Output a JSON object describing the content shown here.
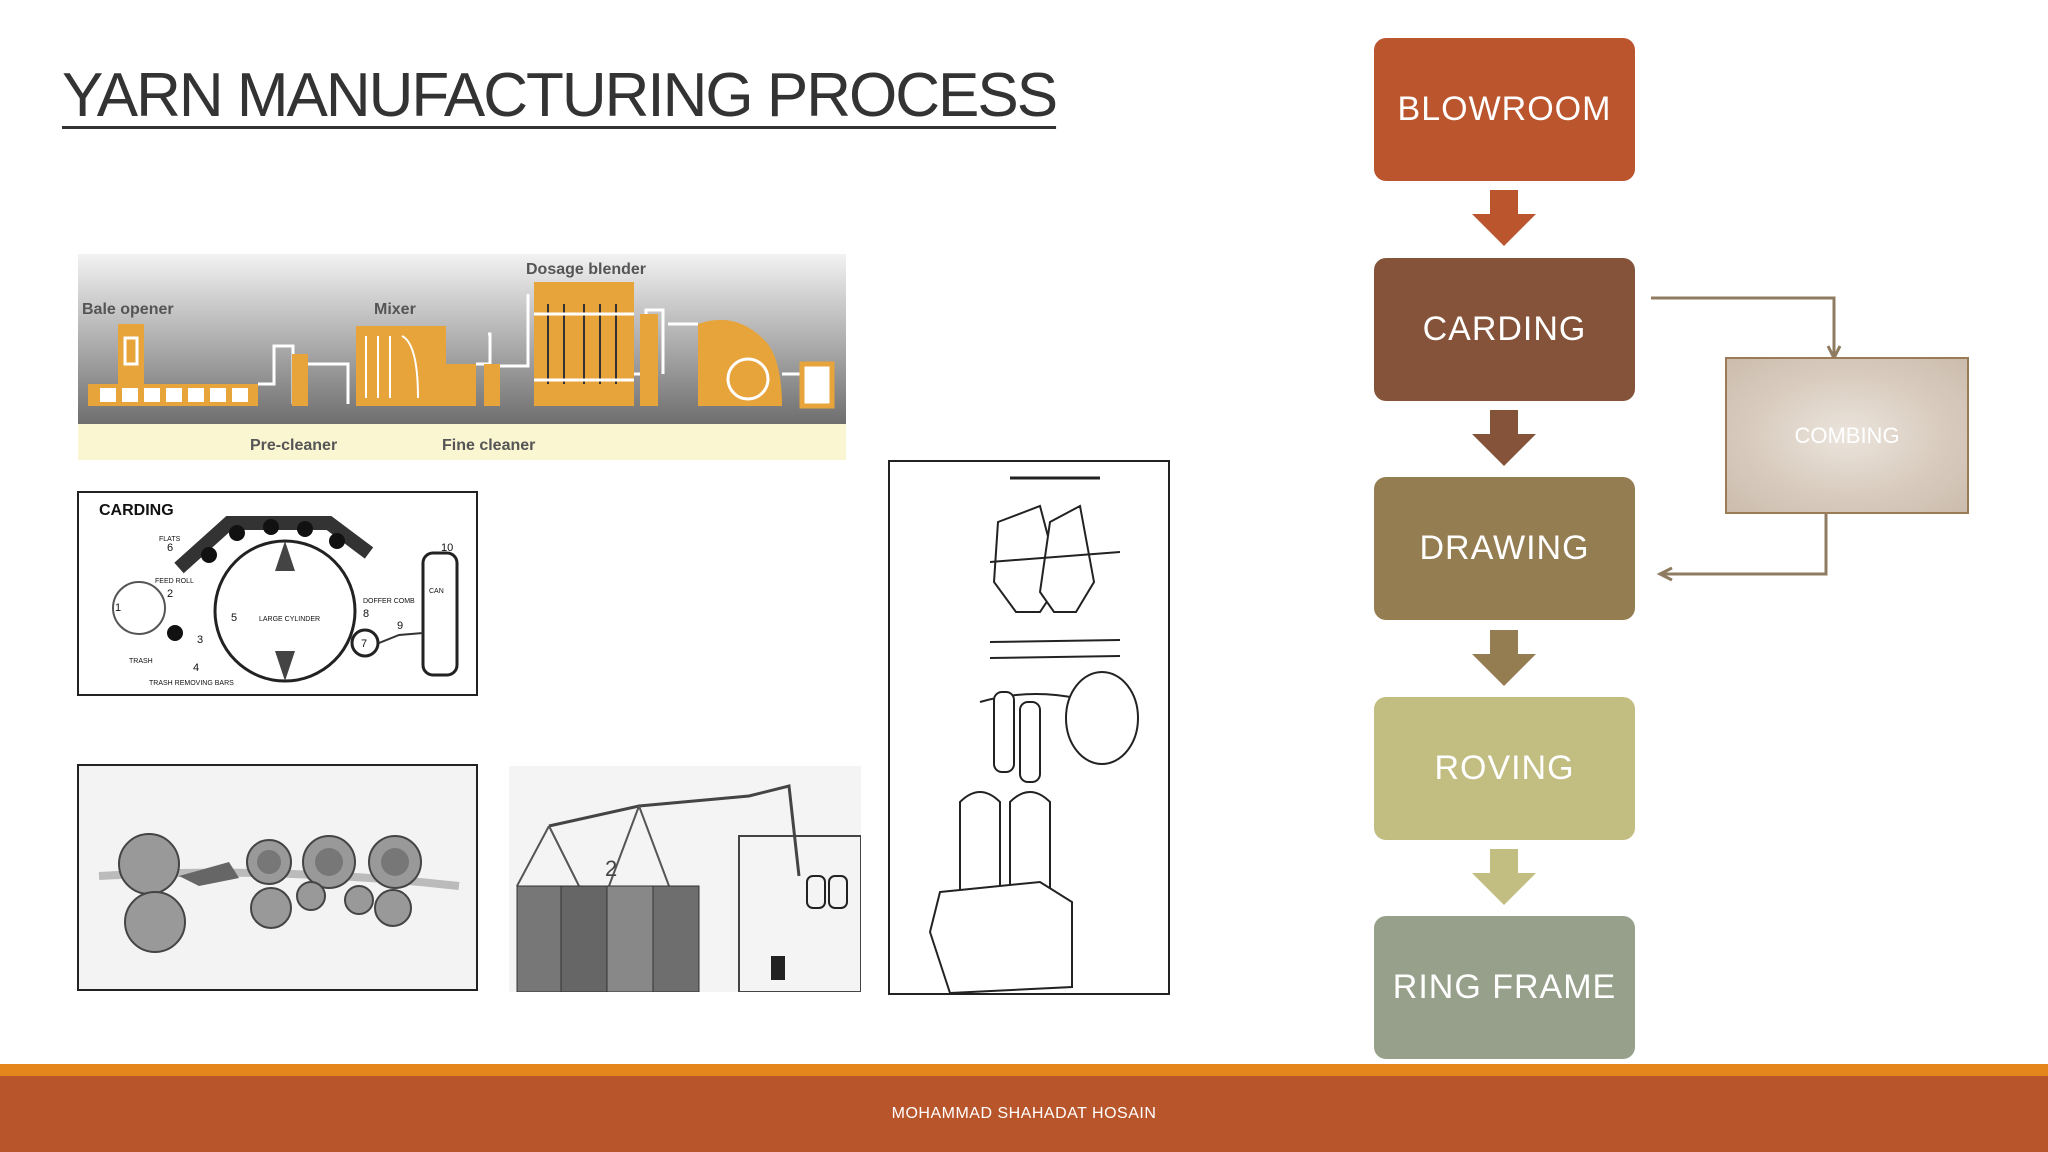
{
  "slide": {
    "title": "YARN MANUFACTURING PROCESS",
    "footer": "MOHAMMAD SHAHADAT HOSAIN"
  },
  "blowroom_illustration": {
    "labels": [
      "Bale opener",
      "Mixer",
      "Dosage blender",
      "Pre-cleaner",
      "Fine cleaner"
    ]
  },
  "carding_illustration": {
    "title": "CARDING",
    "labels": [
      "FLATS",
      "FEED ROLL",
      "LARGE CYLINDER",
      "DOFFER COMB",
      "TRASH",
      "TRASH REMOVING BARS",
      "CAN"
    ],
    "numbers": [
      "1",
      "2",
      "3",
      "4",
      "5",
      "6",
      "7",
      "8",
      "9",
      "10"
    ]
  },
  "drawing_illustration": {
    "numbers": [
      "2"
    ]
  },
  "flowchart": {
    "steps": [
      {
        "label": "BLOWROOM",
        "color": "#bb552d"
      },
      {
        "label": "CARDING",
        "color": "#845339"
      },
      {
        "label": "DRAWING",
        "color": "#957d52"
      },
      {
        "label": "ROVING",
        "color": "#c2bd80"
      },
      {
        "label": "RING FRAME",
        "color": "#97a08a"
      }
    ],
    "side_step": {
      "label": "COMBING",
      "color": "#d6c9bc"
    }
  },
  "colors": {
    "footer_bar": "#b9552b",
    "footer_stripe": "#e5861c",
    "machine_orange": "#e7a43b"
  }
}
